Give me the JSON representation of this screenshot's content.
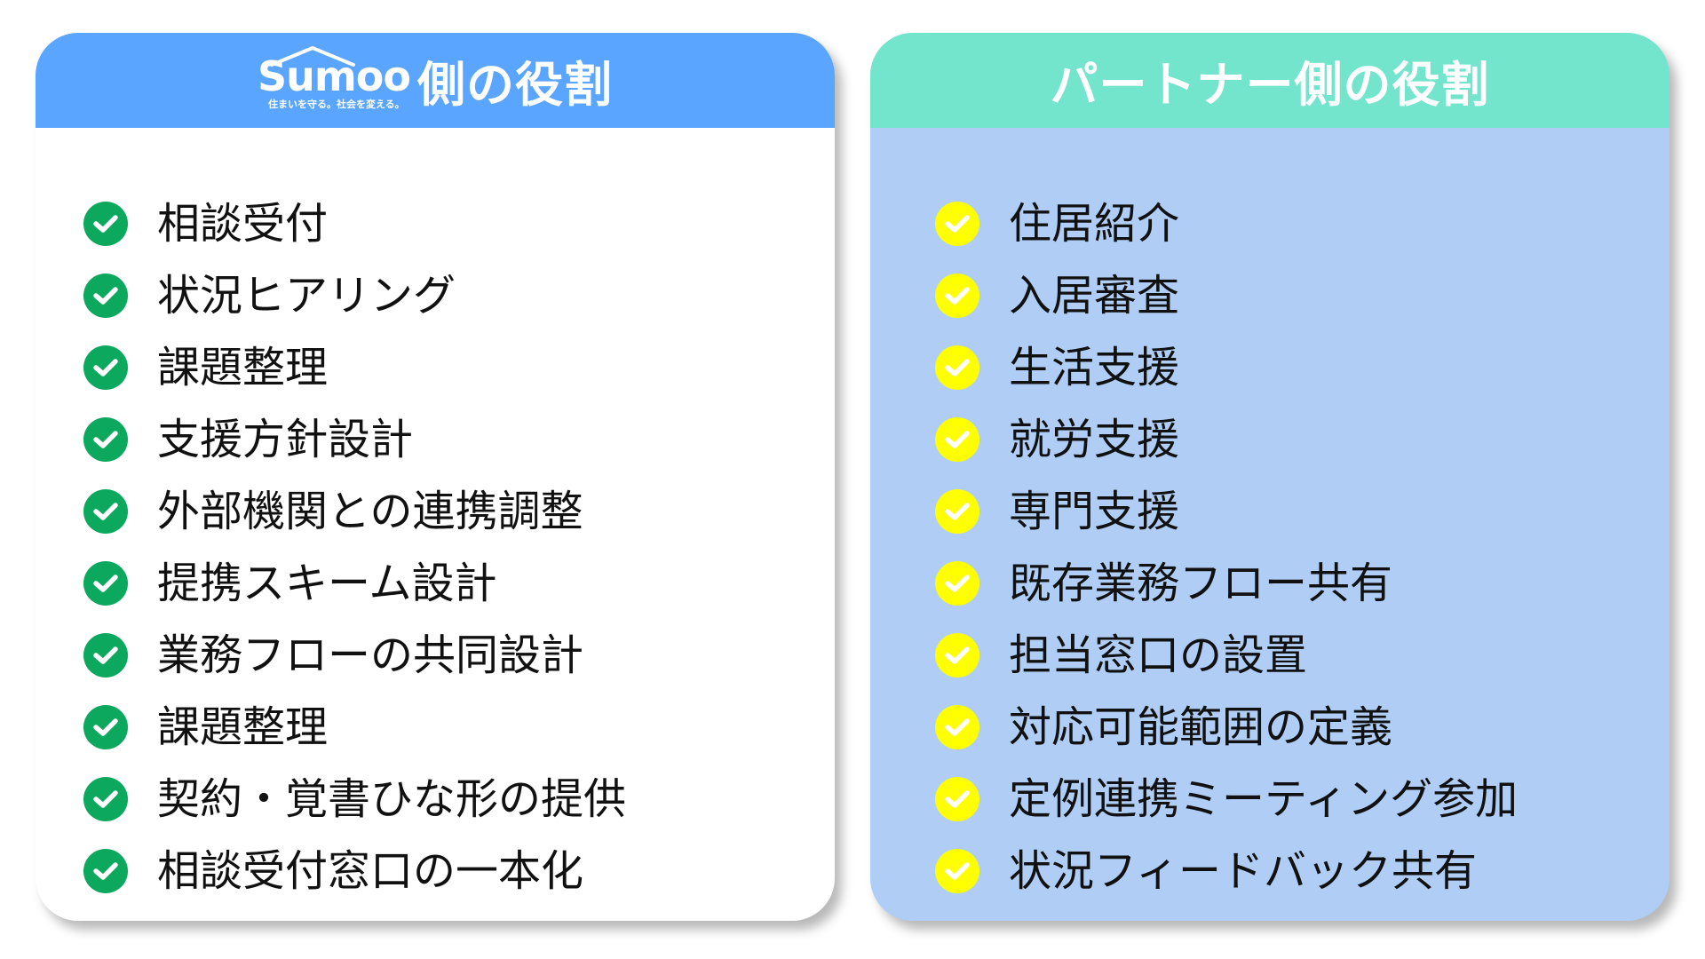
{
  "colors": {
    "sumoo_header": "#5AA5FF",
    "partner_header": "#73E5CC",
    "partner_body": "#B0CEF5",
    "sumoo_check": "#0BA85E",
    "partner_check": "#FFFF00"
  },
  "sumoo_card": {
    "logo": {
      "wordmark": "Sumoo",
      "tagline": "住まいを守る。社会を変える。",
      "icon": "house-roof-icon"
    },
    "title": "側の役割",
    "items": [
      "相談受付",
      "状況ヒアリング",
      "課題整理",
      "支援方針設計",
      "外部機関との連携調整",
      "提携スキーム設計",
      "業務フローの共同設計",
      "課題整理",
      "契約・覚書ひな形の提供",
      "相談受付窓口の一本化"
    ],
    "item_icon": "check-circle-icon"
  },
  "partner_card": {
    "title": "パートナー側の役割",
    "items": [
      "住居紹介",
      "入居審査",
      "生活支援",
      "就労支援",
      "専門支援",
      "既存業務フロー共有",
      "担当窓口の設置",
      "対応可能範囲の定義",
      "定例連携ミーティング参加",
      "状況フィードバック共有"
    ],
    "item_icon": "check-circle-icon"
  }
}
